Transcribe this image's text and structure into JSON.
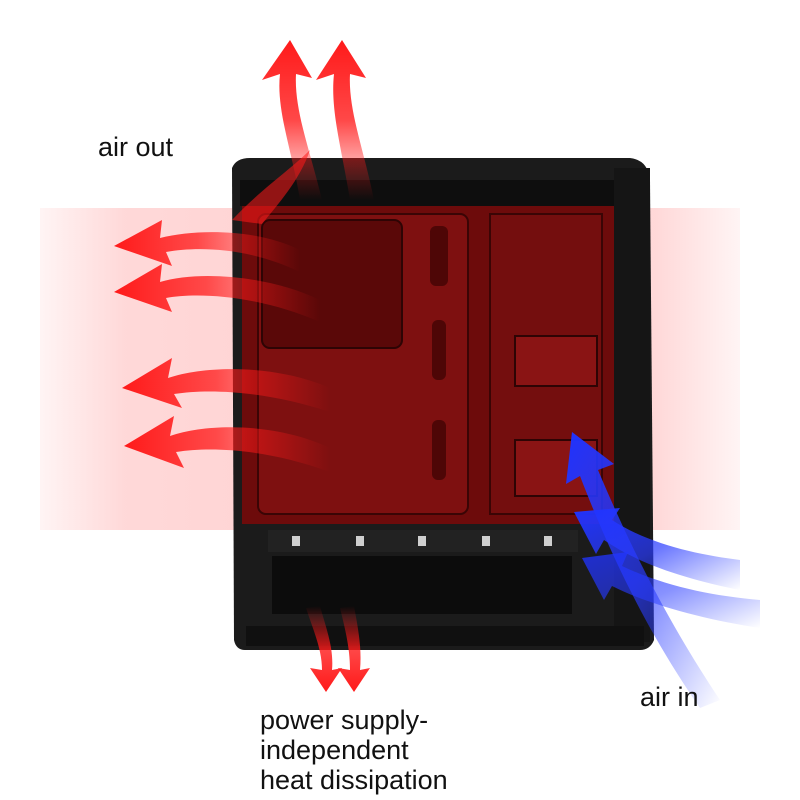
{
  "labels": {
    "air_out": "air out",
    "air_in": "air in",
    "psu_lines": [
      "power supply-",
      "independent",
      "heat dissipation"
    ]
  },
  "colors": {
    "hot_air": "#ff1a1a",
    "cool_air": "#1f33ff",
    "case_body": "#1b1b1b",
    "case_interior": "#7a0d0d",
    "background": "#ffffff"
  },
  "icons": {
    "exhaust_arrows": "red-arrow-icon",
    "intake_arrows": "blue-arrow-icon"
  }
}
